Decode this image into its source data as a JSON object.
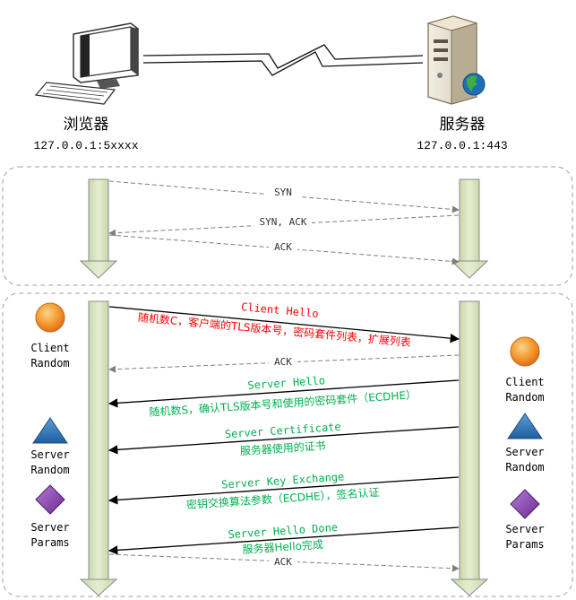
{
  "top": {
    "client_name": "浏览器",
    "client_addr": "127.0.0.1:5xxxx",
    "server_name": "服务器",
    "server_addr": "127.0.0.1:443"
  },
  "tcp": {
    "syn": "SYN",
    "synack": "SYN, ACK",
    "ack": "ACK"
  },
  "tls": {
    "client_hello_title": "Client Hello",
    "client_hello_desc": "随机数C，客户端的TLS版本号，密码套件列表，扩展列表",
    "ack1": "ACK",
    "server_hello_title": "Server Hello",
    "server_hello_desc": "随机数S，确认TLS版本号和使用的密码套件（ECDHE）",
    "server_cert_title": "Server Certificate",
    "server_cert_desc": "服务器使用的证书",
    "ske_title": "Server Key Exchange",
    "ske_desc": "密钥交换算法参数（ECDHE），签名认证",
    "shd_title": "Server Hello Done",
    "shd_desc": "服务器Hello完成",
    "ack2": "ACK"
  },
  "left_labels": {
    "client_random_1": "Client",
    "client_random_2": "Random",
    "server_random_1": "Server",
    "server_random_2": "Random",
    "server_params_1": "Server",
    "server_params_2": "Params"
  },
  "right_labels": {
    "client_random_1": "Client",
    "client_random_2": "Random",
    "server_random_1": "Server",
    "server_random_2": "Random",
    "server_params_1": "Server",
    "server_params_2": "Params"
  },
  "colors": {
    "red": "#ff0000",
    "green": "#00b050",
    "dashed": "#7f7f7f",
    "solid": "#000000",
    "lifeline_fill": "#d8e4bc",
    "lifeline_stroke": "#8a8a8a",
    "orange": "#f08a1c",
    "blue": "#2e75b6",
    "purple": "#7030a0"
  },
  "icons": {
    "client": "computer-icon",
    "server": "server-icon",
    "link": "lightning-link-icon"
  }
}
